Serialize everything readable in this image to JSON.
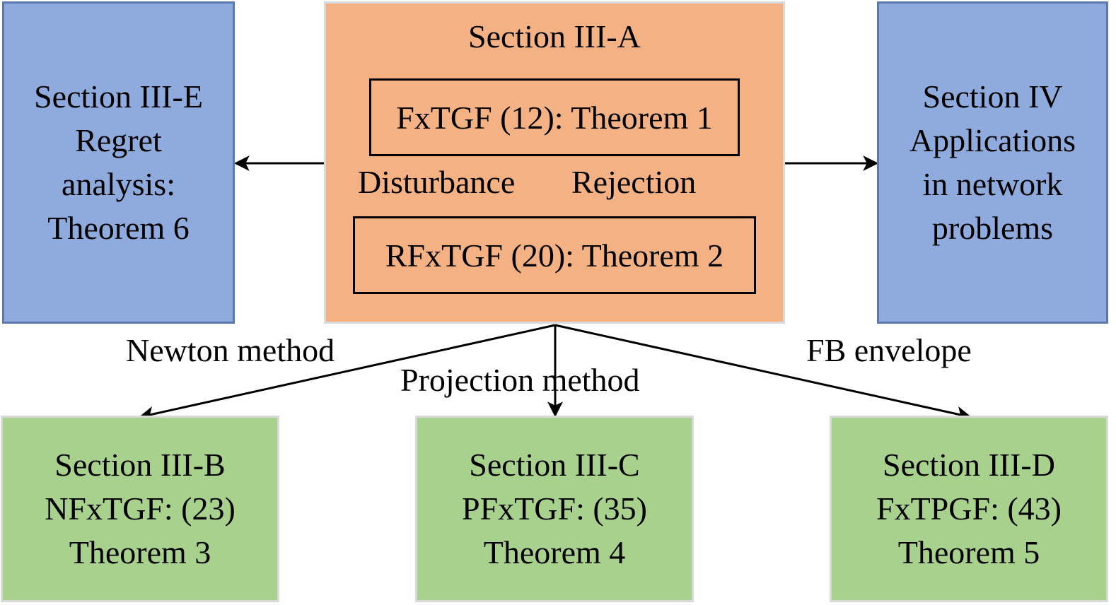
{
  "left_box": {
    "lines": [
      "Section III-E",
      "Regret",
      "analysis:",
      "Theorem 6"
    ],
    "color": "#8faadc"
  },
  "center_box": {
    "title": "Section III-A",
    "top_inner": "FxTGF (12): Theorem 1",
    "bottom_inner": "RFxTGF (20): Theorem 2",
    "arrow_label_left": "Disturbance",
    "arrow_label_right": "Rejection",
    "color": "#f4b183"
  },
  "right_box": {
    "lines": [
      "Section IV",
      "Applications",
      "in network",
      "problems"
    ],
    "color": "#8faadc"
  },
  "edge_labels": {
    "newton": "Newton method",
    "projection": "Projection method",
    "fb": "FB envelope"
  },
  "bottom_boxes": [
    {
      "lines": [
        "Section III-B",
        "NFxTGF: (23)",
        "Theorem 3"
      ]
    },
    {
      "lines": [
        "Section III-C",
        "PFxTGF: (35)",
        "Theorem 4"
      ]
    },
    {
      "lines": [
        "Section III-D",
        "FxTPGF: (43)",
        "Theorem 5"
      ]
    }
  ],
  "green_color": "#a9d18e"
}
